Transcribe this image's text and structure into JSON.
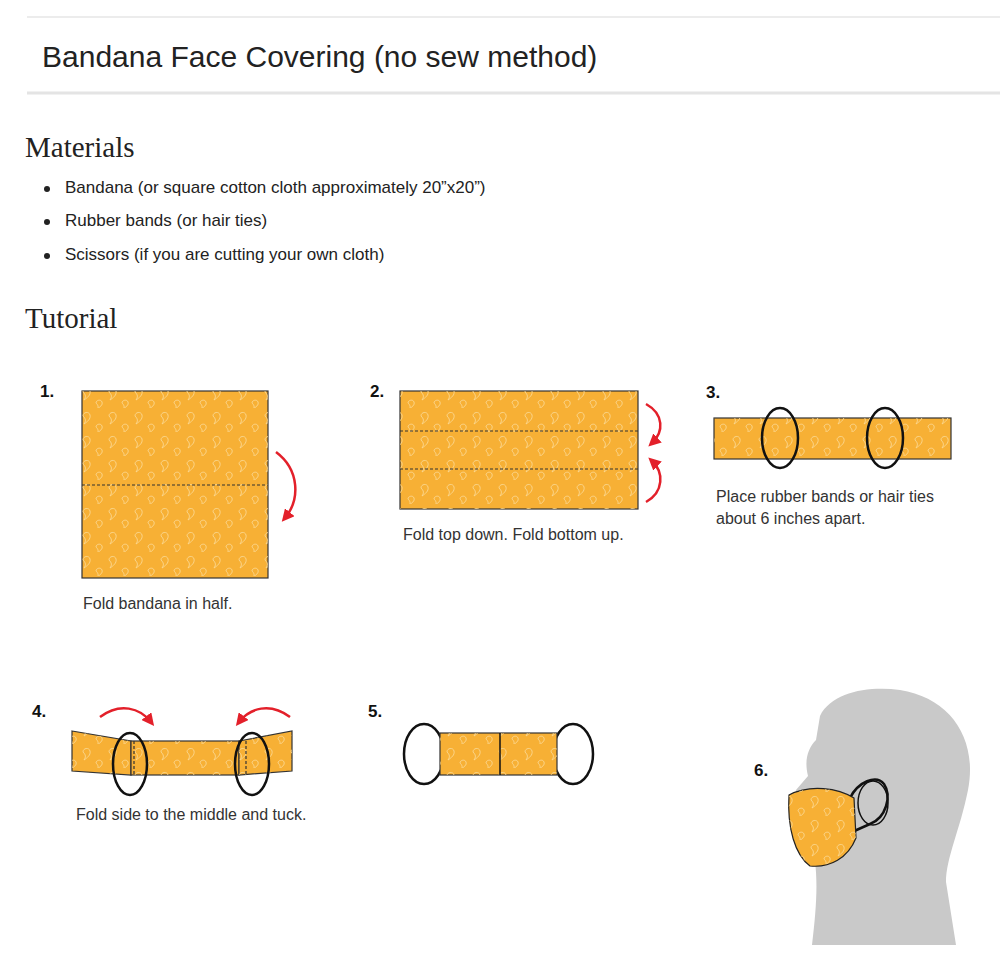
{
  "diagram": {
    "title": "Bandana Face Covering (no sew method)",
    "labels": [
      "Materials",
      "Bandana (or square cotton cloth approximately 20”x20”)",
      "Rubber bands (or hair ties)",
      "Scissors (if you are cutting your own cloth)",
      "Tutorial",
      "1.",
      "Fold bandana in half.",
      "2.",
      "Fold top down. Fold bottom up.",
      "3.",
      "Place rubber bands or hair ties about 6 inches apart.",
      "4.",
      "Fold side to the middle and tuck.",
      "5.",
      "6."
    ]
  }
}
